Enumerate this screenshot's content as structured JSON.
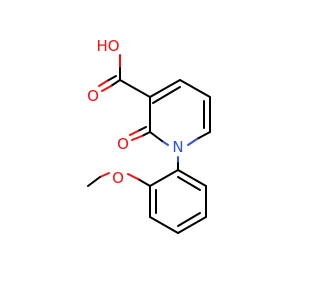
{
  "molecule": {
    "atoms": {
      "hydroxyl": "HO",
      "carboxyl_oxygen": "O",
      "keto_oxygen": "O",
      "ring_nitrogen": "N",
      "methoxy_oxygen": "O"
    }
  },
  "colors": {
    "bond": "#000000",
    "oxygen": "#ff0d0d",
    "nitrogen": "#3050f8"
  }
}
